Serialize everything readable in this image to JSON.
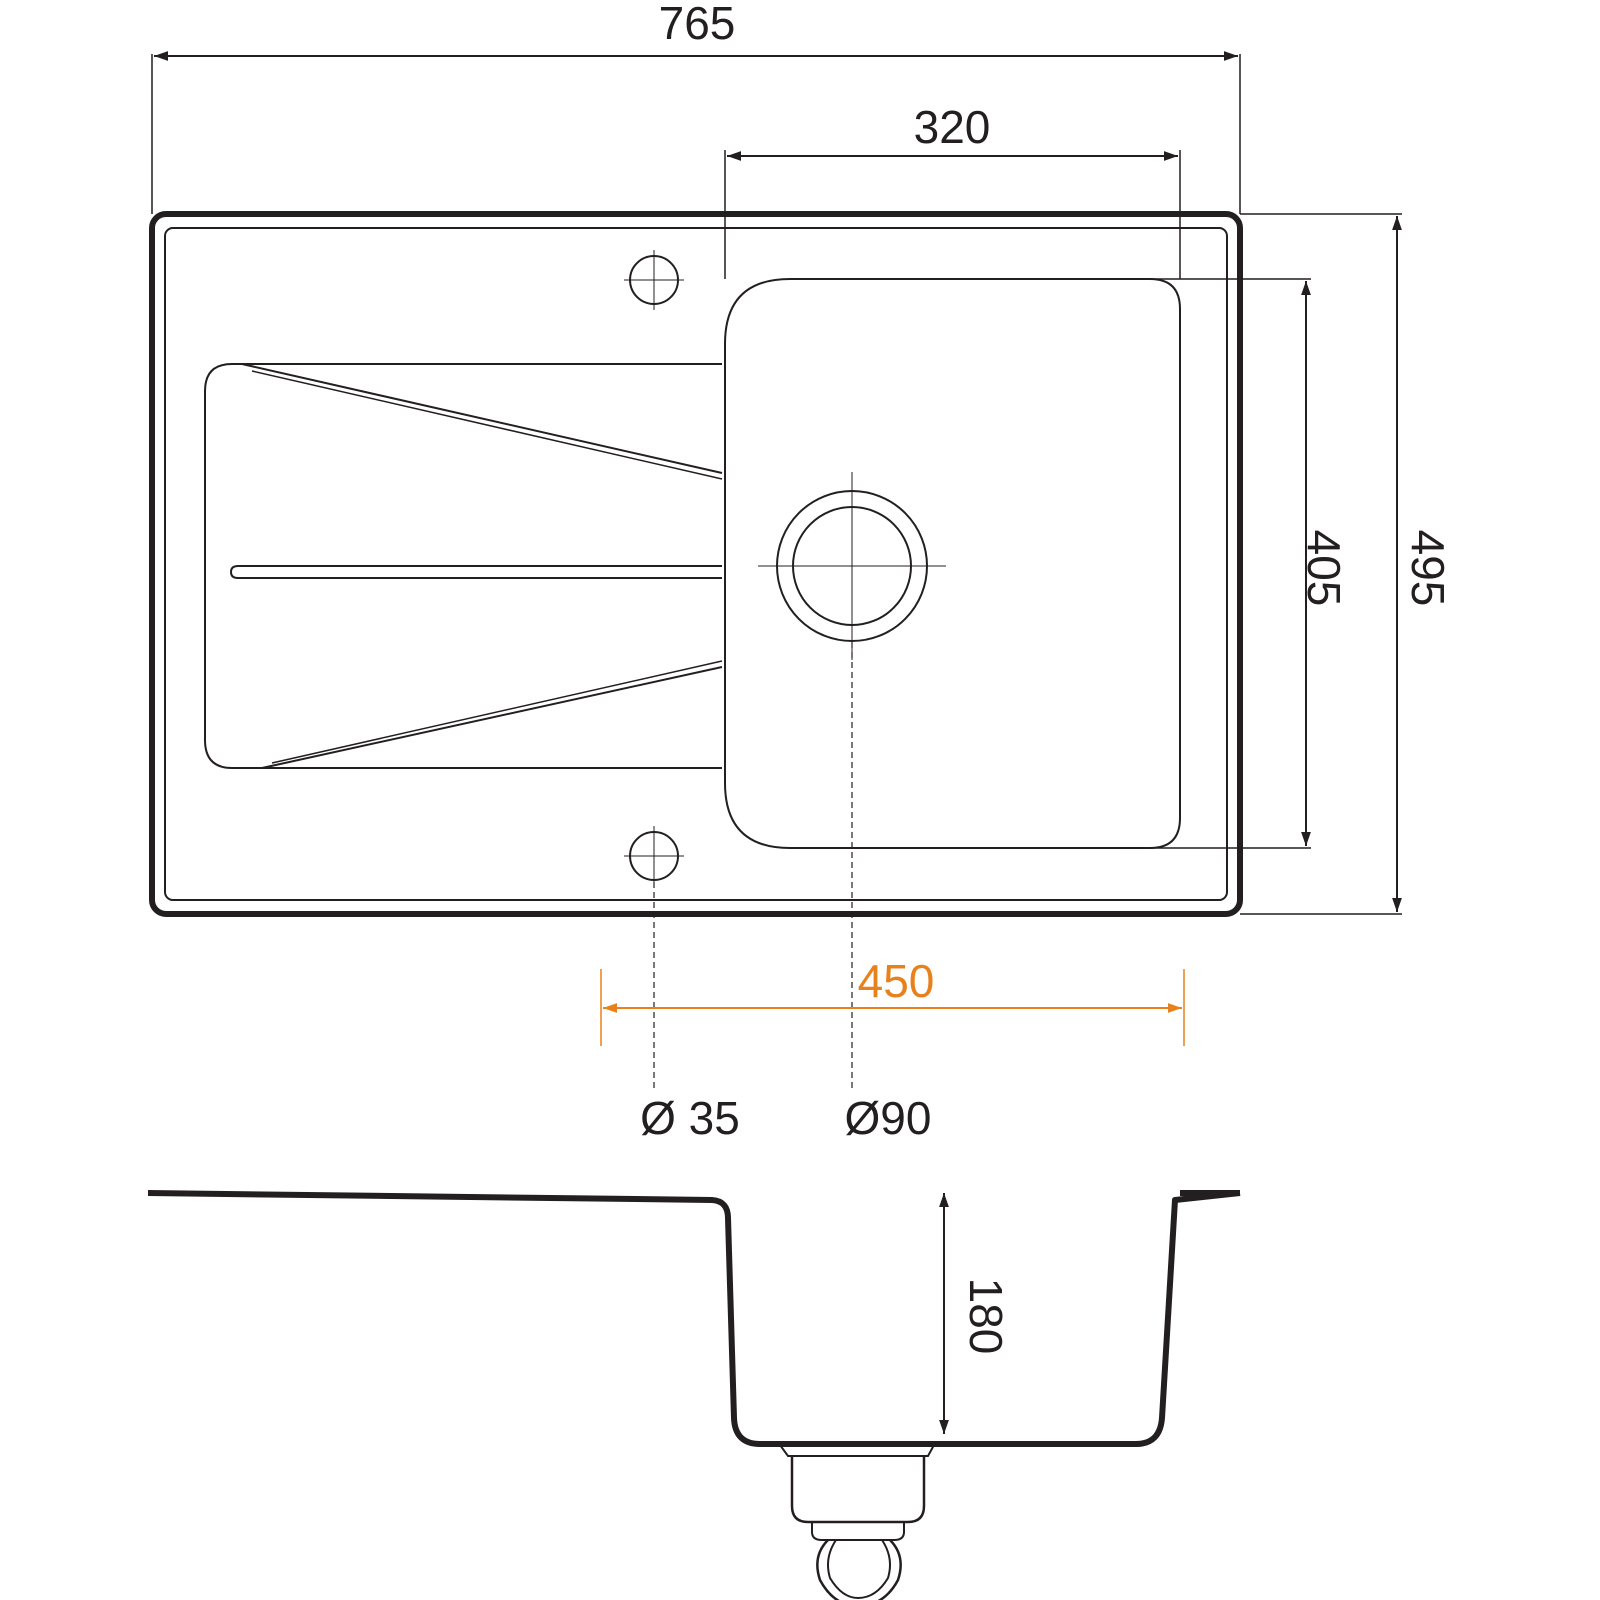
{
  "dimensions": {
    "overall_width": "765",
    "bowl_width": "320",
    "overall_depth": "495",
    "bowl_depth": "405",
    "cabinet_width": "450",
    "tap_hole_diameter": "Ø 35",
    "drain_diameter": "Ø90",
    "bowl_height": "180"
  },
  "colors": {
    "line": "#231f20",
    "accent": "#e8811c",
    "background": "#ffffff"
  }
}
